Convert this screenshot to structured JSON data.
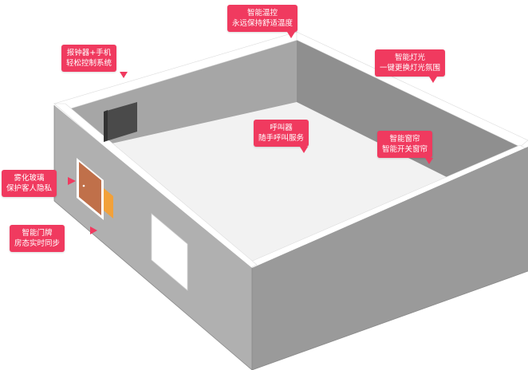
{
  "callouts": {
    "thermostat": {
      "line1": "智能温控",
      "line2": "永远保持舒适温度"
    },
    "lighting": {
      "line1": "智能灯光",
      "line2": "一键更换灯光氛围"
    },
    "alarm": {
      "line1": "报钟器+手机",
      "line2": "轻松控制系统"
    },
    "caller": {
      "line1": "呼叫器",
      "line2": "随手呼叫服务"
    },
    "curtain": {
      "line1": "智能窗帘",
      "line2": "智能开关窗帘"
    },
    "glass": {
      "line1": "雾化玻璃",
      "line2": "保护客人隐私"
    },
    "doorplate": {
      "line1": "智能门牌",
      "line2": "房态实时同步"
    }
  },
  "colors": {
    "callout": "#f03a5f",
    "wall_top": "#ffffff",
    "wall_inner_left": "#bfbfbf",
    "wall_inner_back": "#a9a9a9",
    "wall_outer_front": "#b3b3b3",
    "wall_outer_side": "#9c9c9c",
    "floor": "#f2f2f2",
    "door": "#c0704a",
    "door_sign": "#f2a13a"
  }
}
